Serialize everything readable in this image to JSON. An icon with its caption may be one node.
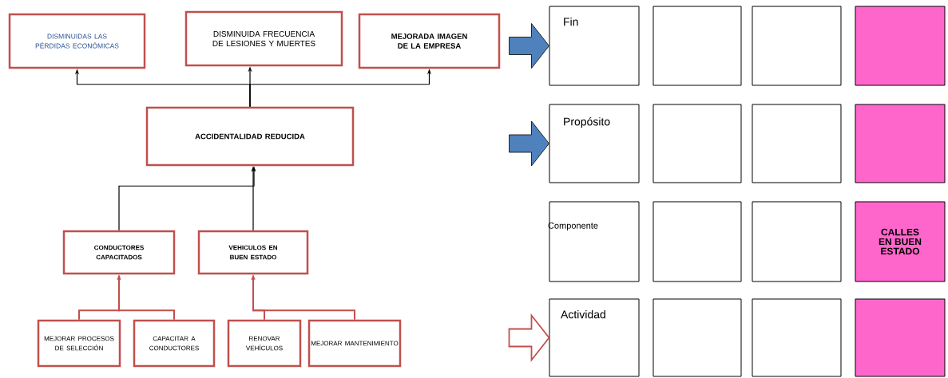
{
  "diagram": {
    "nodes": [
      {
        "text": [
          "DISMINUIDAS LAS PÉRDIDAS ECONÓMICAS"
        ]
      },
      {
        "text": [
          "DISMINUIDA FRECUENCIA DE LESIONES Y MUERTES"
        ]
      },
      {
        "text": [
          "MEJORADA IMAGEN DE LA EMPRESA"
        ]
      },
      {
        "text": [
          "ACCIDENTALIDAD REDUCIDA"
        ]
      },
      {
        "text": [
          "CONDUCTORES CAPACITADOS"
        ]
      },
      {
        "text": [
          "VEHICULOS EN BUEN ESTADO"
        ]
      },
      {
        "text": [
          "MEJORAR PROCESOS DE SELECCIÓN"
        ]
      },
      {
        "text": [
          "CAPACITAR A CONDUCTORES"
        ]
      },
      {
        "text": [
          "RENOVAR VEHÍCULOS"
        ]
      },
      {
        "text": [
          "MEJORAR MANTENIMIENTO"
        ]
      },
      {
        "text": [
          "Fin"
        ]
      },
      {
        "text": [],
        "shape": "box"
      },
      {
        "text": [],
        "shape": "box"
      },
      {
        "text": [],
        "shape": "box"
      },
      {
        "text": [
          "Propósito"
        ]
      },
      {
        "text": [],
        "shape": "box"
      },
      {
        "text": [],
        "shape": "box"
      },
      {
        "text": [],
        "shape": "box"
      },
      {
        "text": [
          "Componente"
        ]
      },
      {
        "text": [],
        "shape": "box"
      },
      {
        "text": [],
        "shape": "box"
      },
      {
        "text": [
          "CALLES EN BUEN ESTADO"
        ]
      },
      {
        "text": [
          "Actividad"
        ]
      },
      {
        "text": [],
        "shape": "box"
      },
      {
        "text": [],
        "shape": "box"
      },
      {
        "text": [],
        "shape": "box"
      }
    ],
    "edges": [
      {
        "from": 3,
        "to": 0,
        "arrow": "to"
      },
      {
        "from": 3,
        "to": 1,
        "arrow": "to"
      },
      {
        "from": 3,
        "to": 2,
        "arrow": "to"
      },
      {
        "from": 4,
        "to": 3,
        "arrow": "to"
      },
      {
        "from": 5,
        "to": 3,
        "arrow": "to"
      },
      {
        "from": 6,
        "to": 4,
        "arrow": "to",
        "color": "#c0504d"
      },
      {
        "from": 7,
        "to": 4,
        "arrow": "to",
        "color": "#c0504d"
      },
      {
        "from": 8,
        "to": 5,
        "arrow": "to",
        "color": "#c0504d"
      },
      {
        "from": 9,
        "to": 5,
        "arrow": "to",
        "color": "#c0504d"
      },
      {
        "from": null,
        "to": 10,
        "arrow": "to",
        "color": "#4f81bd"
      },
      {
        "from": null,
        "to": 14,
        "arrow": "to",
        "color": "#4f81bd"
      },
      {
        "from": null,
        "to": 22,
        "arrow": "to",
        "color": "#c0504d"
      }
    ]
  }
}
